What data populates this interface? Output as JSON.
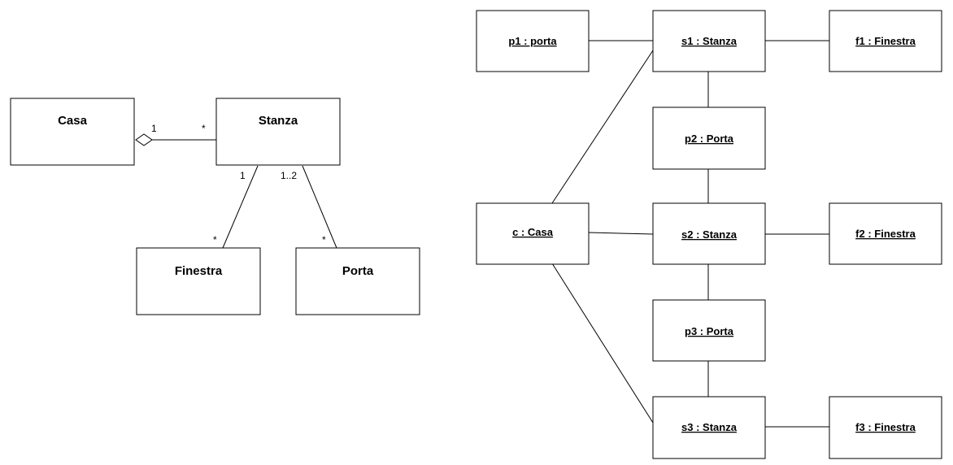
{
  "class_diagram": {
    "classes": {
      "casa": "Casa",
      "stanza": "Stanza",
      "finestra": "Finestra",
      "porta": "Porta"
    },
    "associations": {
      "casa_stanza": {
        "type": "aggregation",
        "casa_end": "1",
        "stanza_end": "*"
      },
      "stanza_finestra": {
        "stanza_end": "1",
        "finestra_end": "*"
      },
      "stanza_porta": {
        "stanza_end": "1..2",
        "porta_end": "*"
      }
    }
  },
  "object_diagram": {
    "objects": {
      "p1": "p1 : porta",
      "s1": "s1 : Stanza",
      "f1": "f1 : Finestra",
      "p2": "p2 : Porta",
      "c": "c : Casa",
      "s2": "s2 : Stanza",
      "f2": "f2 : Finestra",
      "p3": "p3 : Porta",
      "s3": "s3 : Stanza",
      "f3": "f3 : Finestra"
    },
    "links": [
      [
        "p1",
        "s1"
      ],
      [
        "s1",
        "f1"
      ],
      [
        "s1",
        "p2"
      ],
      [
        "c",
        "s1"
      ],
      [
        "p2",
        "s2"
      ],
      [
        "c",
        "s2"
      ],
      [
        "s2",
        "f2"
      ],
      [
        "s2",
        "p3"
      ],
      [
        "p3",
        "s3"
      ],
      [
        "c",
        "s3"
      ],
      [
        "s3",
        "f3"
      ]
    ]
  }
}
